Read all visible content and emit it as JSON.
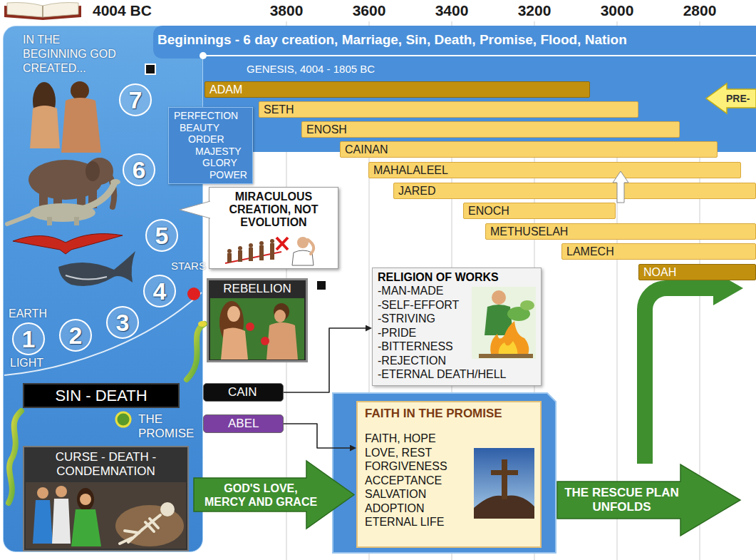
{
  "diagram": {
    "title": "Beginnings - 6 day creation, Marriage, Sin, Death, Promise, Flood, Nation",
    "nodes": [
      {
        "text": [
          "IN THE BEGINNING GOD CREATED..."
        ]
      },
      {
        "text": [
          "7"
        ],
        "in": 0
      },
      {
        "text": [
          "6"
        ],
        "in": 0
      },
      {
        "text": [
          "5"
        ],
        "in": 0
      },
      {
        "text": [
          "4"
        ],
        "in": 0
      },
      {
        "text": [
          "3"
        ],
        "in": 0
      },
      {
        "text": [
          "1"
        ],
        "in": 0
      },
      {
        "text": [
          "2"
        ],
        "in": 0
      },
      {
        "text": [
          "ADAM"
        ]
      },
      {
        "text": [
          "SETH"
        ]
      },
      {
        "text": [
          "ENOSH"
        ]
      },
      {
        "text": [
          "CAINAN"
        ]
      },
      {
        "text": [
          "MAHALALEEL"
        ]
      },
      {
        "text": [
          "JARED"
        ]
      },
      {
        "text": [
          "ENOCH"
        ]
      },
      {
        "text": [
          "METHUSELAH"
        ]
      },
      {
        "text": [
          "LAMECH"
        ]
      },
      {
        "text": [
          "NOAH"
        ]
      },
      {
        "text": [
          "PRE-"
        ]
      },
      {
        "text": [
          "PERFECTION",
          "BEAUTY",
          "ORDER",
          "MAJESTY",
          "GLORY",
          "POWER"
        ]
      },
      {
        "text": [
          "MIRACULOUS CREATION, NOT EVOLUTION"
        ]
      },
      {
        "text": [
          "REBELLION"
        ]
      },
      {
        "text": [
          "RELIGION OF WORKS",
          "-MAN-MADE",
          "-SELF-EFFORT",
          "-STRIVING",
          "-PRIDE",
          "-BITTERNESS",
          "-REJECTION",
          "-ETERNAL DEATH/HELL"
        ]
      },
      {
        "text": [
          "SIN - DEATH"
        ]
      },
      {
        "text": [
          "CAIN"
        ]
      },
      {
        "text": [
          "ABEL"
        ]
      },
      {
        "text": [
          "FAITH IN THE PROMISE",
          "FAITH, HOPE",
          "LOVE, REST",
          "FORGIVENESS",
          "ACCEPTANCE",
          "SALVATION",
          "ADOPTION",
          "ETERNAL LIFE"
        ]
      },
      {
        "text": [
          "CURSE - DEATH - CONDEMNATION"
        ]
      },
      {
        "text": [
          "GOD'S LOVE, MERCY AND GRACE"
        ]
      },
      {
        "text": [
          "THE RESCUE PLAN UNFOLDS"
        ]
      }
    ],
    "edges": [
      {
        "from": 24,
        "to": 22,
        "arrow": "to"
      },
      {
        "from": 25,
        "to": 26,
        "arrow": "to"
      },
      {
        "from": 23,
        "to": 27,
        "arrow": "to"
      },
      {
        "from": 29,
        "to": 17,
        "arrow": "to"
      }
    ],
    "labels": [
      "4004 BC",
      "3800",
      "3600",
      "3400",
      "3200",
      "3000",
      "2800",
      "GENESIS, 4004 - 1805 BC",
      "STARS",
      "EARTH",
      "LIGHT",
      "THE PROMISE"
    ]
  }
}
